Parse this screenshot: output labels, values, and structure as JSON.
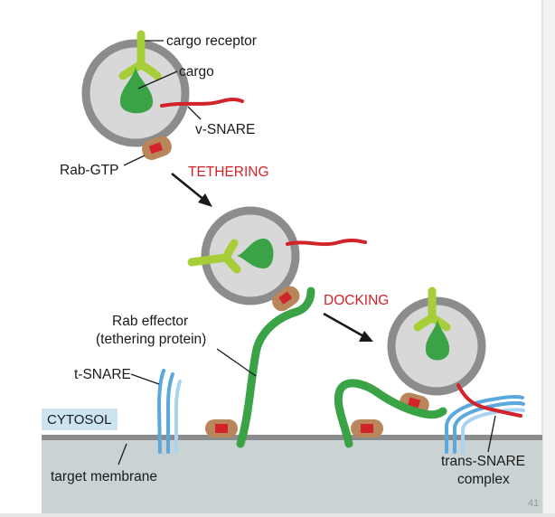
{
  "labels": {
    "cargo_receptor": "cargo receptor",
    "cargo": "cargo",
    "v_snare": "v-SNARE",
    "rab_gtp": "Rab-GTP",
    "tethering": "TETHERING",
    "rab_effector_1": "Rab effector",
    "rab_effector_2": "(tethering protein)",
    "docking": "DOCKING",
    "t_snare": "t-SNARE",
    "cytosol": "CYTOSOL",
    "target_membrane": "target membrane",
    "trans_snare_1": "trans-SNARE",
    "trans_snare_2": "complex",
    "page_number": "41"
  },
  "colors": {
    "vesicle_fill": "#d8d8d8",
    "vesicle_ring": "#8c8c8c",
    "receptor": "#a6ce39",
    "cargo": "#3aa345",
    "v_snare": "#d2232a",
    "rab_body": "#b8865a",
    "rab_core": "#d2232a",
    "effector": "#3aa345",
    "t_snare": "#5aa8dc",
    "membrane": "#8c8c8c",
    "cytosol_panel": "#c9d3d3",
    "cytosol_label_bg": "#cce3f2",
    "step_text": "#d2232a"
  }
}
